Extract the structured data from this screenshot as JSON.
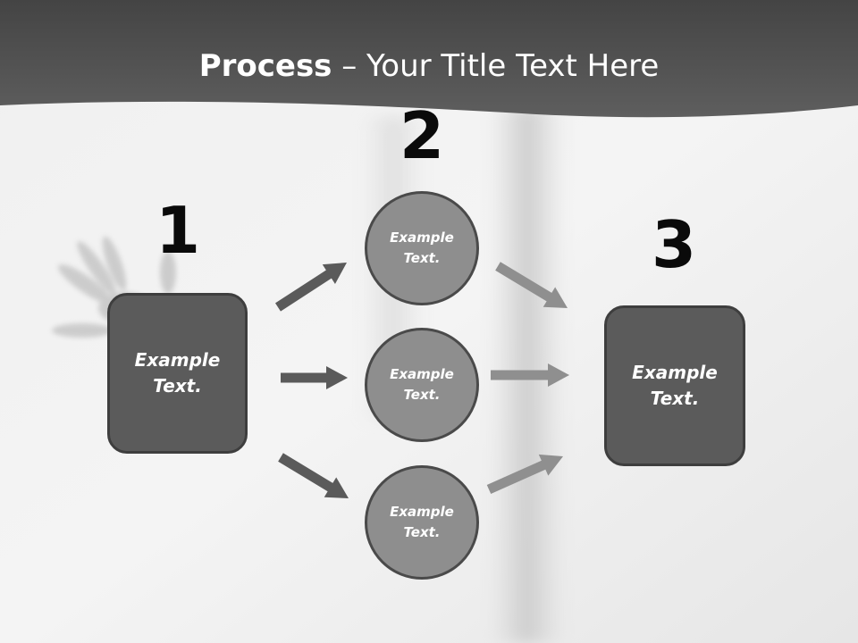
{
  "title": {
    "bold": "Process",
    "rest": " – Your Title Text Here"
  },
  "steps": {
    "one": "1",
    "two": "2",
    "three": "3"
  },
  "nodes": {
    "left": "Example\nText.",
    "top": "Example\nText.",
    "middle": "Example\nText.",
    "bottom": "Example\nText.",
    "right": "Example\nText."
  },
  "colors": {
    "header": "#4a4a4a",
    "box_fill": "#5b5b5b",
    "circle_fill": "#8e8e8e",
    "arrow_dark": "#5a5a5a",
    "arrow_light": "#8f8f8f"
  }
}
